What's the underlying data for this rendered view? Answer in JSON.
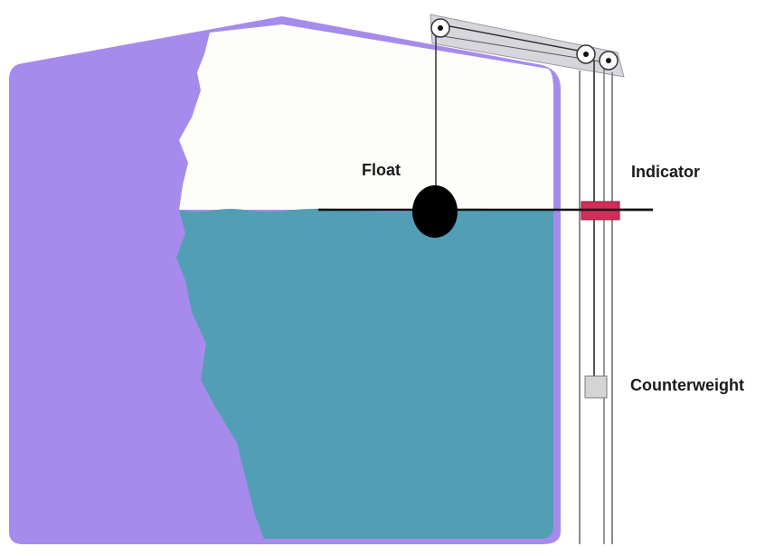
{
  "labels": {
    "float": "Float",
    "indicator": "Indicator",
    "counterweight": "Counterweight"
  },
  "colors": {
    "tank_wall": "#a78bec",
    "tank_outline": "#a78bec",
    "water": "#529eb4",
    "headspace": "#fdfdfa",
    "pulley_bracket": "#d7d6dc",
    "pulley": "#ffffff",
    "float": "#000000",
    "indicator": "#d32e5a",
    "counterweight": "#d4d4d4",
    "cable": "#333333",
    "guide_rail": "#8c8c8c"
  }
}
